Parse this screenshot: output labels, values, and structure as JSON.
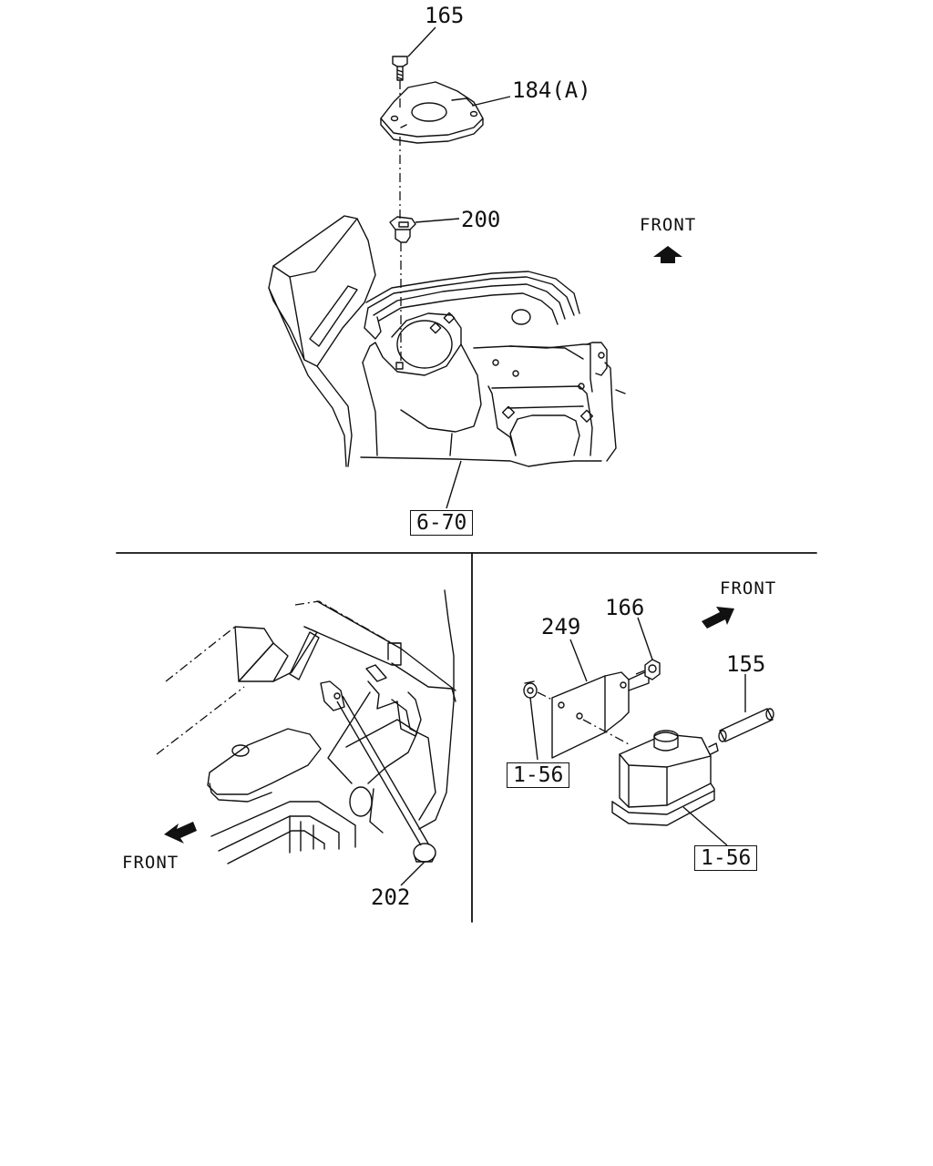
{
  "callouts": {
    "p165": "165",
    "p184": "184(A)",
    "p200": "200",
    "p202": "202",
    "p249": "249",
    "p166": "166",
    "p155": "155"
  },
  "refs": {
    "r670": "6-70",
    "r156a": "1-56",
    "r156b": "1-56"
  },
  "direction": {
    "front_top": "FRONT",
    "front_left": "FRONT",
    "front_right": "FRONT"
  },
  "icons": [
    "front-arrow-up-icon",
    "front-arrow-down-left-icon",
    "front-arrow-up-right-icon"
  ]
}
